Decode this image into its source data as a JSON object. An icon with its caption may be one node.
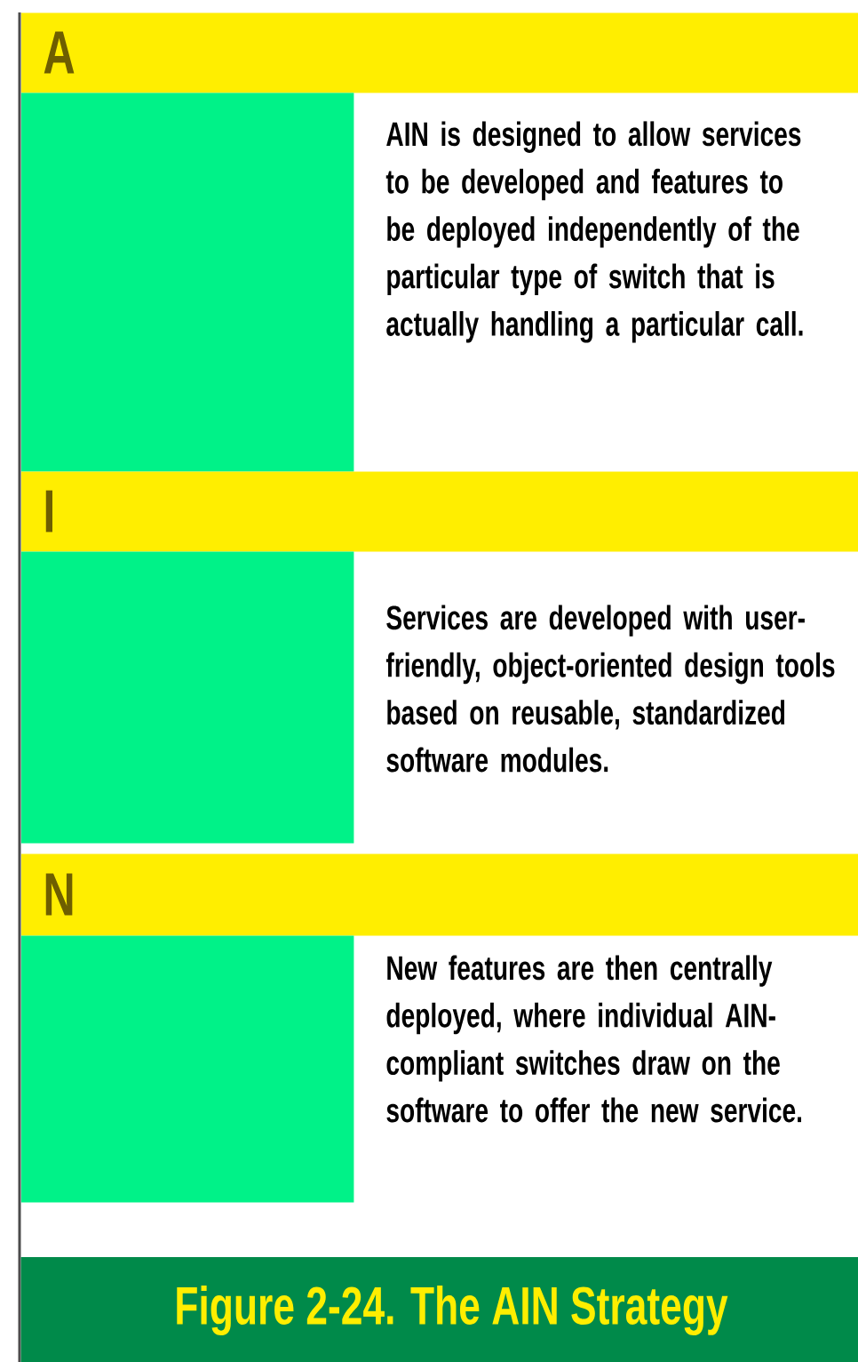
{
  "diagram": {
    "caption": "Figure 2-24. The AIN Strategy",
    "nodes": [
      {
        "text": [
          "A"
        ],
        "beside": [
          "AIN is designed to allow services to be developed and features to be deployed independently of the particular type of switch that is actually handling a particular call."
        ]
      },
      {
        "text": [],
        "shape": "box"
      },
      {
        "text": [
          "I"
        ],
        "beside": [
          "Services are developed with user-friendly, object-oriented design tools based on reusable, standardized software modules."
        ]
      },
      {
        "text": [],
        "shape": "box"
      },
      {
        "text": [
          "N"
        ],
        "beside": [
          "New features are then centrally deployed, where individual AIN-compliant switches draw on the software to offer the new service."
        ]
      },
      {
        "text": [],
        "shape": "box"
      }
    ]
  }
}
